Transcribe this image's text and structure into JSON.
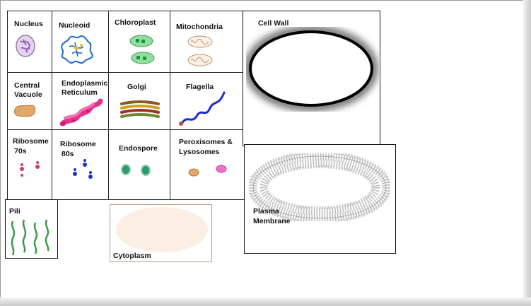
{
  "cells": {
    "nucleus": "Nucleus",
    "nucleoid": "Nucleoid",
    "chloroplast": "Chloroplast",
    "mitochondria": "Mitochondria",
    "central_vacuole_1": "Central",
    "central_vacuole_2": "Vacuole",
    "er_1": "Endoplasmic",
    "er_2": "Reticulum",
    "golgi": "Golgi",
    "flagella": "Flagella",
    "ribosome70_1": "Ribosome",
    "ribosome70_2": "70s",
    "ribosome80_1": "Ribosome",
    "ribosome80_2": "80s",
    "endospore": "Endospore",
    "perox_1": "Peroxisomes &",
    "perox_2": "Lysosomes"
  },
  "boxes": {
    "cell_wall": "Cell Wall",
    "plasma_1": "Plasma",
    "plasma_2": "Membrane",
    "pili": "Pili",
    "cytoplasm": "Cytoplasm"
  },
  "colors": {
    "border": "#222222",
    "chloroplast": "#7fd68f",
    "ribosome70": "#d0405a",
    "ribosome80": "#2030c0",
    "endospore": "#2e9a6a",
    "vacuole": "#e2a66a",
    "pili": "#3a9a4a",
    "cytoplasm_fill": "#fbeee2"
  },
  "icons": [
    "nucleus-icon",
    "nucleoid-icon",
    "chloroplast-icon",
    "mitochondria-icon",
    "vacuole-icon",
    "er-icon",
    "golgi-icon",
    "flagella-icon",
    "ribosome-70s-icon",
    "ribosome-80s-icon",
    "endospore-icon",
    "peroxisome-lysosome-icon",
    "cell-wall-icon",
    "plasma-membrane-icon",
    "pili-icon",
    "cytoplasm-icon"
  ]
}
